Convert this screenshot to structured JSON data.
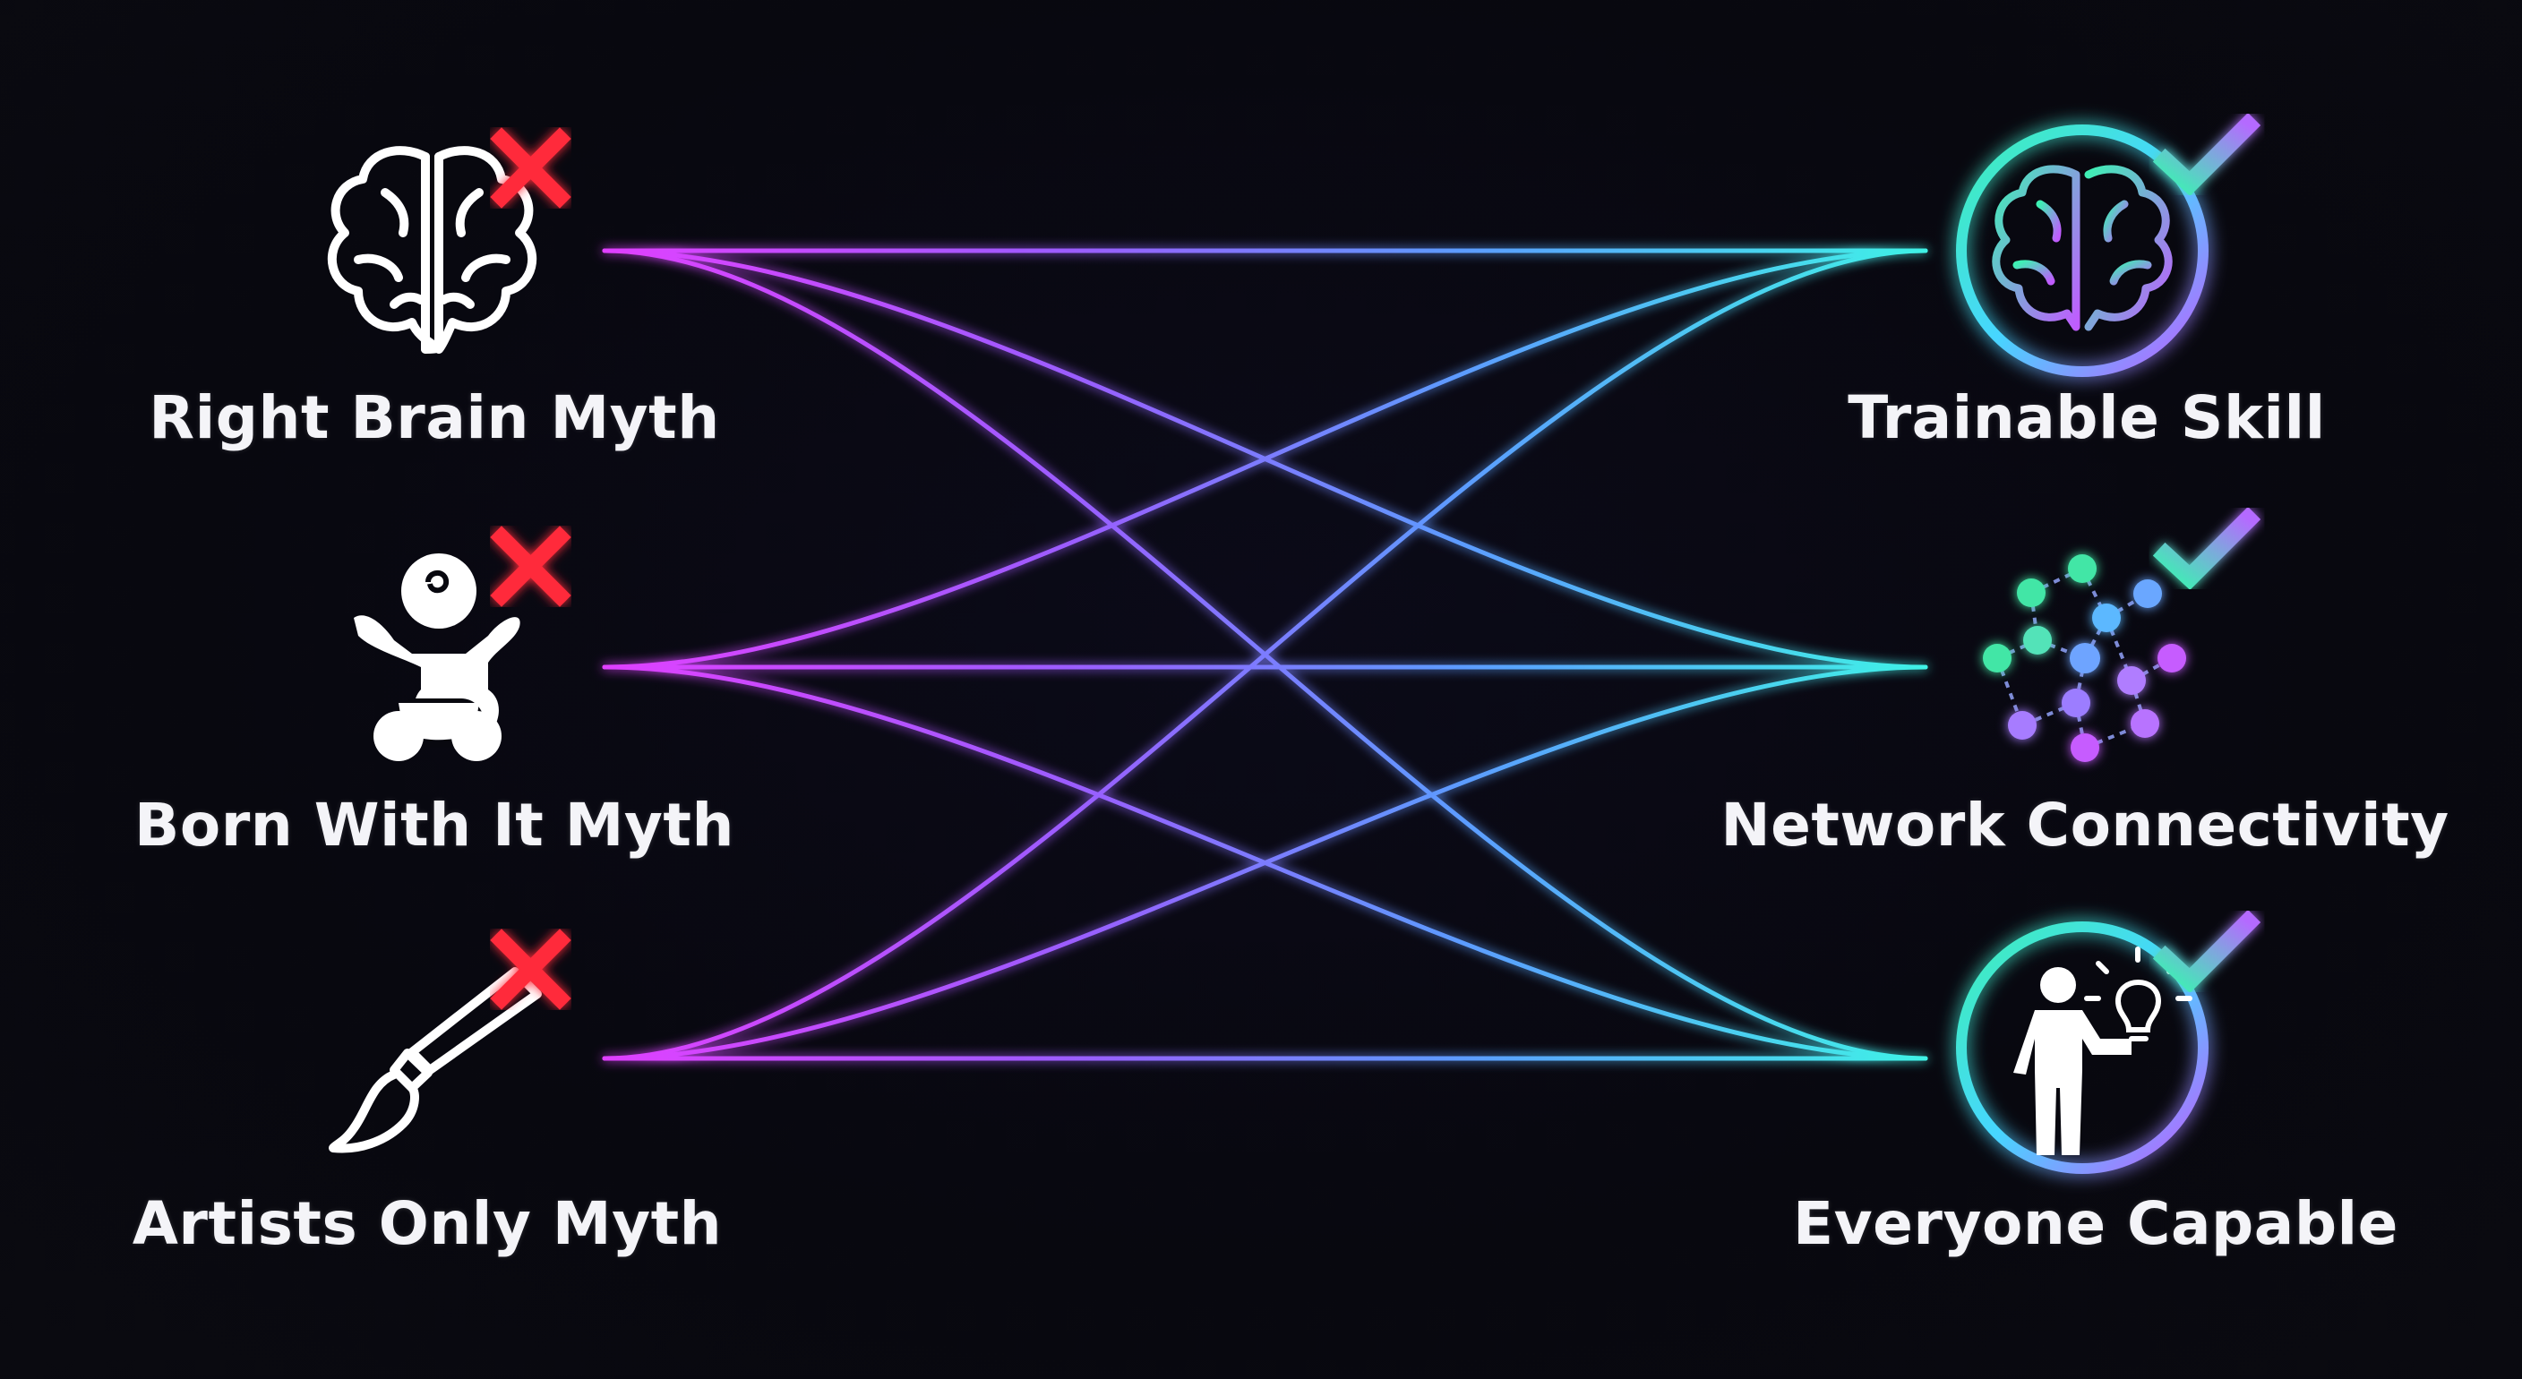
{
  "myths": [
    {
      "label": "Right Brain Myth",
      "icon": "brain-icon",
      "status_icon": "cross-icon"
    },
    {
      "label": "Born With It Myth",
      "icon": "baby-icon",
      "status_icon": "cross-icon"
    },
    {
      "label": "Artists Only Myth",
      "icon": "paintbrush-icon",
      "status_icon": "cross-icon"
    }
  ],
  "truths": [
    {
      "label": "Trainable Skill",
      "icon": "brain-circle-icon",
      "status_icon": "check-icon"
    },
    {
      "label": "Network Connectivity",
      "icon": "network-icon",
      "status_icon": "check-icon"
    },
    {
      "label": "Everyone Capable",
      "icon": "person-lightbulb-icon",
      "status_icon": "check-icon"
    }
  ],
  "colors": {
    "background": "#08080f",
    "myth_line": "#d63cff",
    "mid_line": "#8a6cff",
    "truth_line": "#3ff2e6",
    "cross": "#ff2b3a",
    "check_start": "#3ef0b4",
    "check_end": "#b46bff",
    "text": "#f4f4f8"
  }
}
